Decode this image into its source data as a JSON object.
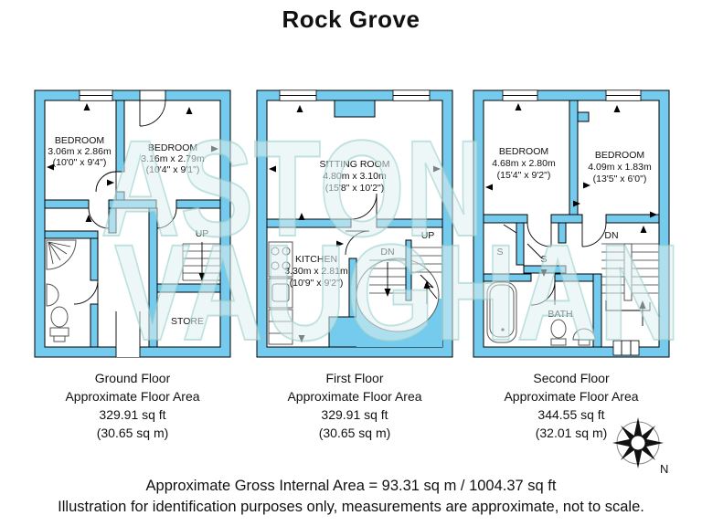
{
  "title": "Rock Grove",
  "watermark": {
    "line1": "ASTON",
    "line2": "VAUGHAN"
  },
  "colors": {
    "wall_fill": "#74CBEE",
    "wall_outline": "#000000",
    "watermark_teal": "#8FCCC8"
  },
  "floors": [
    {
      "caption": {
        "title": "Ground Floor",
        "subtitle": "Approximate Floor Area",
        "area_ft": "329.91 sq ft",
        "area_m": "(30.65 sq m)"
      },
      "labels": {
        "bedroom1_name": "BEDROOM",
        "bedroom1_metric": "3.06m x 2.86m",
        "bedroom1_imperial": "(10'0\" x 9'4\")",
        "bedroom2_name": "BEDROOM",
        "bedroom2_metric": "3.16m x 2.79m",
        "bedroom2_imperial": "(10'4\" x 9'1\")",
        "stairs_up": "UP",
        "store": "STORE"
      }
    },
    {
      "caption": {
        "title": "First Floor",
        "subtitle": "Approximate Floor Area",
        "area_ft": "329.91 sq ft",
        "area_m": "(30.65 sq m)"
      },
      "labels": {
        "sitting_name": "SITTING ROOM",
        "sitting_metric": "4.80m x 3.10m",
        "sitting_imperial": "(15'8\" x 10'2\")",
        "kitchen_name": "KITCHEN",
        "kitchen_metric": "3.30m x 2.81m",
        "kitchen_imperial": "(10'9\" x 9'2\")",
        "stairs_dn": "DN",
        "stairs_up": "UP"
      }
    },
    {
      "caption": {
        "title": "Second Floor",
        "subtitle": "Approximate Floor Area",
        "area_ft": "344.55 sq ft",
        "area_m": "(32.01 sq m)"
      },
      "labels": {
        "bedroom1_name": "BEDROOM",
        "bedroom1_metric": "4.68m x 2.80m",
        "bedroom1_imperial": "(15'4\" x 9'2\")",
        "bedroom2_name": "BEDROOM",
        "bedroom2_metric": "4.09m x 1.83m",
        "bedroom2_imperial": "(13'5\" x 6'0\")",
        "bath": "BATH",
        "cupboard1": "S",
        "cupboard2": "S",
        "stairs_dn": "DN"
      }
    }
  ],
  "compass": {
    "north_label": "N"
  },
  "footer": {
    "line1": "Approximate Gross Internal Area = 93.31 sq m / 1004.37 sq ft",
    "line2": "Illustration for identification purposes only, measurements are approximate, not to scale."
  }
}
